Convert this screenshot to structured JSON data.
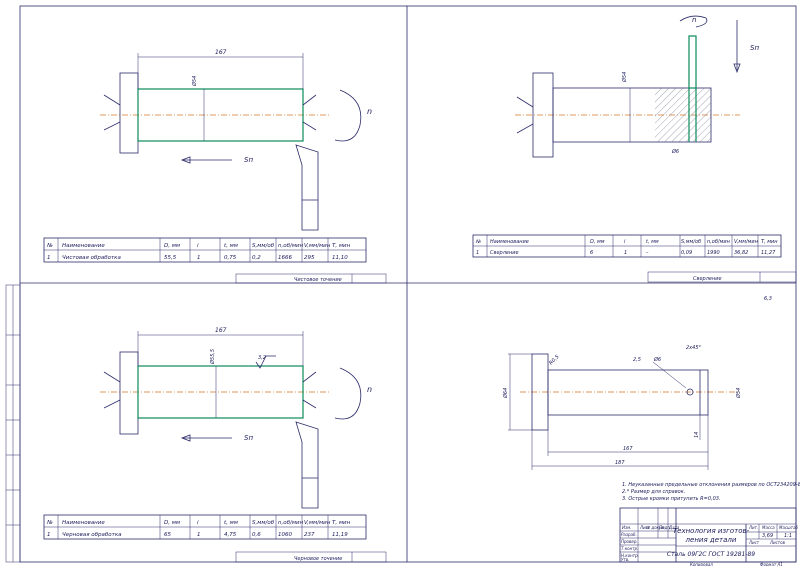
{
  "headers": [
    "№",
    "Наименование",
    "D, мм",
    "i",
    "t, мм",
    "S,мм/об",
    "n,об/мин",
    "V,мм/мин",
    "Т, мин"
  ],
  "op_finish": {
    "row": [
      "1",
      "Чистовая обработка",
      "55,5",
      "1",
      "0,75",
      "0,2",
      "1666",
      "295",
      "11,10"
    ],
    "caption": "Чистовое точение",
    "length": "167",
    "diameter": "Ø54",
    "rotation": "n",
    "feed": "Sп"
  },
  "op_drill": {
    "row": [
      "1",
      "Сверление",
      "6",
      "1",
      "–",
      "0,09",
      "1990",
      "36,82",
      "11,27"
    ],
    "caption": "Сверление",
    "diameter": "Ø54",
    "hole": "Ø6",
    "rotation": "n",
    "feed": "Sп"
  },
  "op_rough": {
    "row": [
      "1",
      "Черновая обработка",
      "65",
      "1",
      "4,75",
      "0,6",
      "1060",
      "237",
      "11,19"
    ],
    "caption": "Черновое точение",
    "length": "167",
    "diameter": "Ø55,5",
    "roughness": "3,2",
    "rotation": "n",
    "feed": "Sп"
  },
  "part": {
    "general_roughness": "6,3",
    "hole": "Ø6",
    "hole_offset": "2,5",
    "chamfer": "2х45°",
    "fillet": "R0,5",
    "head_diameter": "Ø64",
    "shaft_diameter": "Ø54",
    "end_offset": "14",
    "shaft_length": "167",
    "overall_length": "187",
    "notes": [
      "1. Неуказанные предельные отклонения размеров по ОСТ234209-82.",
      "2.* Размер для справок.",
      "3. Острые кромки притупить R=0,03."
    ]
  },
  "title_block": {
    "izm": "Изм.",
    "list": "Лист",
    "doc": "№ докум.",
    "sign": "Подп.",
    "date": "Дата",
    "razrab": "Разраб.",
    "prov": "Провер.",
    "tkontr": "Т.контр.",
    "nkontr": "Н.контр.",
    "utv": "Утв.",
    "title_line1": "Технология изготов-",
    "title_line2": "ления детали",
    "material": "Сталь 09Г2С ГОСТ 19281-89",
    "lit_header": "Лит.",
    "mass_header": "Масса",
    "scale_header": "Масштаб",
    "mass": "3,69",
    "scale": "1:1",
    "sheet": "Лист",
    "sheets": "Листов",
    "copied": "Копировал",
    "format": "Формат А1"
  }
}
